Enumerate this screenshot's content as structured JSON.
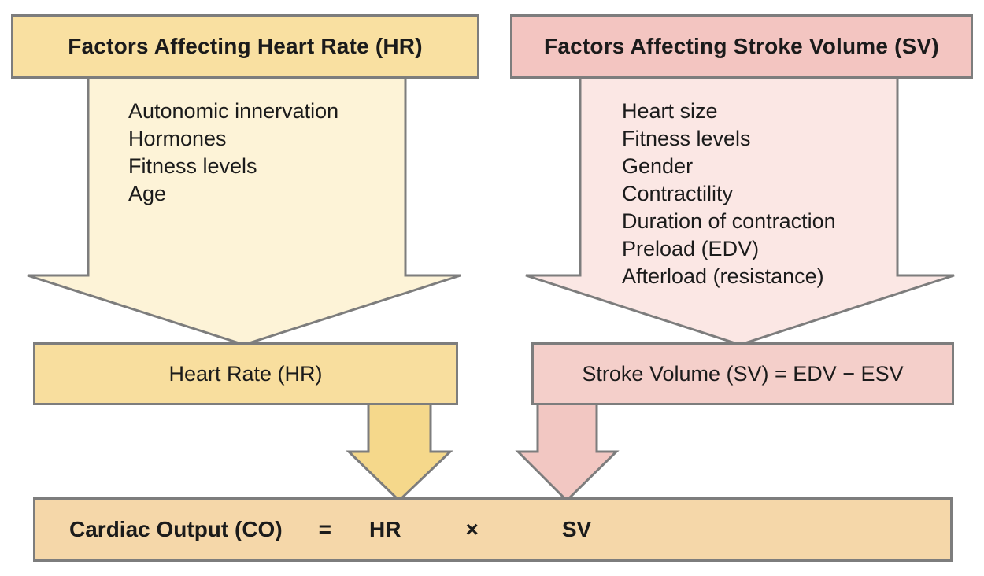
{
  "diagram": {
    "left": {
      "header": "Factors Affecting Heart Rate (HR)",
      "factors": [
        "Autonomic innervation",
        "Hormones",
        "Fitness levels",
        "Age"
      ],
      "result": "Heart Rate (HR)"
    },
    "right": {
      "header": "Factors Affecting Stroke Volume (SV)",
      "factors": [
        "Heart size",
        "Fitness levels",
        "Gender",
        "Contractility",
        "Duration of contraction",
        "Preload (EDV)",
        "Afterload (resistance)"
      ],
      "result": "Stroke Volume (SV) = EDV − ESV"
    },
    "equation": {
      "label": "Cardiac Output (CO)",
      "equals": "=",
      "hr": "HR",
      "times": "×",
      "sv": "SV"
    },
    "colors": {
      "left_header_bg": "#f9e0a1",
      "left_arrow_bg": "#fdf3d7",
      "left_box_bg": "#f8de9e",
      "left_small_arrow_bg": "#f5d88b",
      "right_header_bg": "#f3c5c1",
      "right_arrow_bg": "#fbe7e4",
      "right_box_bg": "#f4cfca",
      "right_small_arrow_bg": "#f2c7c2",
      "bottom_bar_bg": "#f5d7a9",
      "border": "#7d7d7d"
    }
  }
}
